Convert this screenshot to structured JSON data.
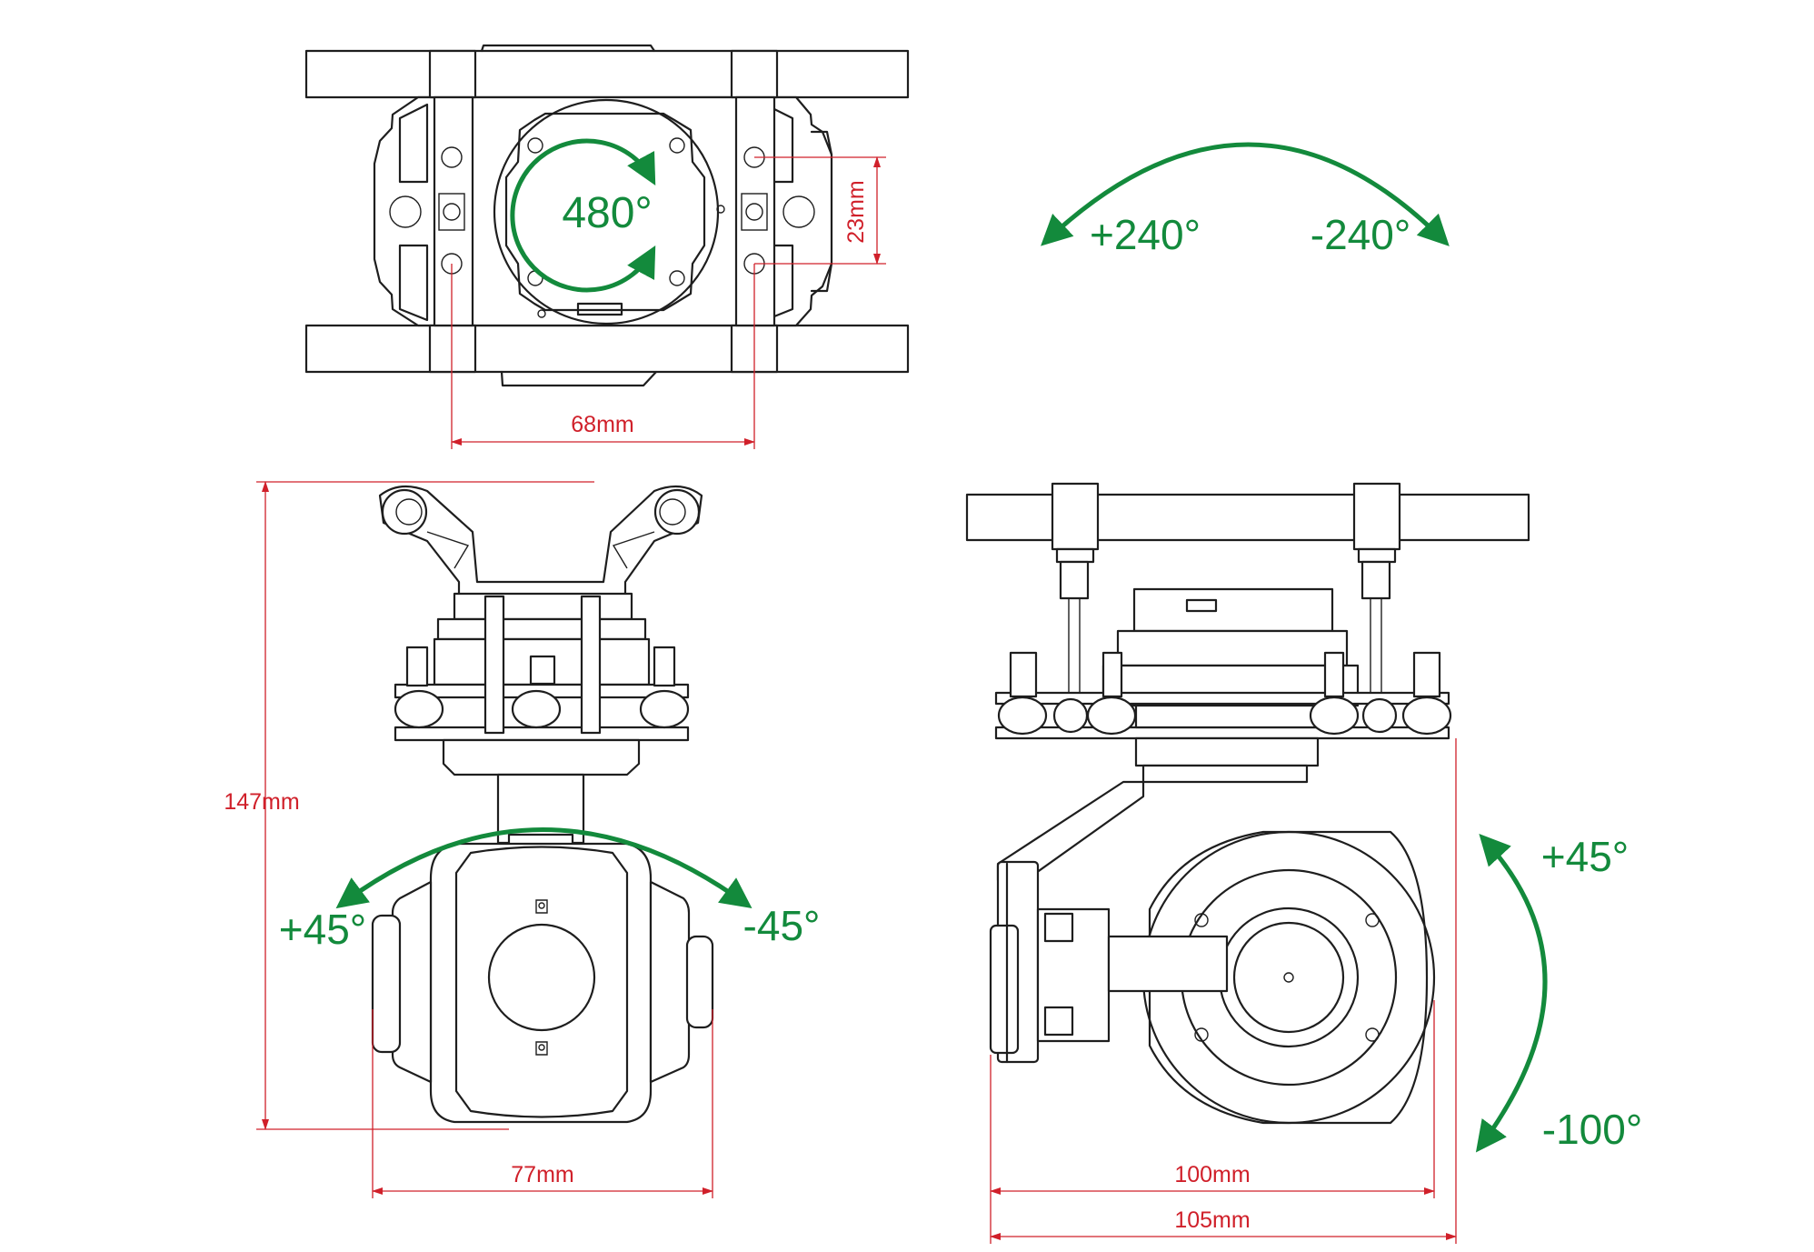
{
  "colors": {
    "line": "#1e1e1e",
    "dimension": "#d0202a",
    "rotation": "#138a3c",
    "background": "#ffffff"
  },
  "top_view": {
    "rotation_label": "480°",
    "width_dimension": "68mm",
    "height_dimension": "23mm"
  },
  "yaw_range": {
    "positive": "+240°",
    "negative": "-240°"
  },
  "front_view": {
    "height_dimension": "147mm",
    "width_dimension": "77mm",
    "roll_positive": "+45°",
    "roll_negative": "-45°"
  },
  "side_view": {
    "inner_width_dimension": "100mm",
    "outer_width_dimension": "105mm",
    "pitch_positive": "+45°",
    "pitch_negative": "-100°"
  }
}
